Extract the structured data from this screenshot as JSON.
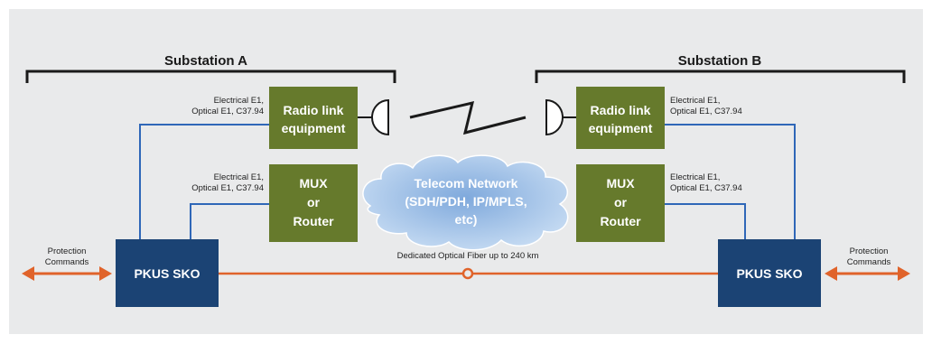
{
  "substation_a": {
    "title": "Substation A"
  },
  "substation_b": {
    "title": "Substation B"
  },
  "interface_label": {
    "line1": "Electrical E1,",
    "line2": "Optical E1, C37.94"
  },
  "radio": {
    "line1": "Radio link",
    "line2": "equipment"
  },
  "mux": {
    "line1": "MUX",
    "line2": "or",
    "line3": "Router"
  },
  "pkus": {
    "label": "PKUS SKO"
  },
  "protection": {
    "line1": "Protection",
    "line2": "Commands"
  },
  "telecom": {
    "line1": "Telecom Network",
    "line2": "(SDH/PDH, IP/MPLS,",
    "line3": "etc)"
  },
  "fiber": {
    "label": "Dedicated Optical Fiber up to 240 km"
  },
  "colors": {
    "panel_bg": "#e9eaeb",
    "green_box": "#667a2c",
    "navy_box": "#1b4374",
    "blue_link": "#2f67b8",
    "orange_fiber": "#e0632a",
    "cloud_fill": "#a9c8ec"
  }
}
